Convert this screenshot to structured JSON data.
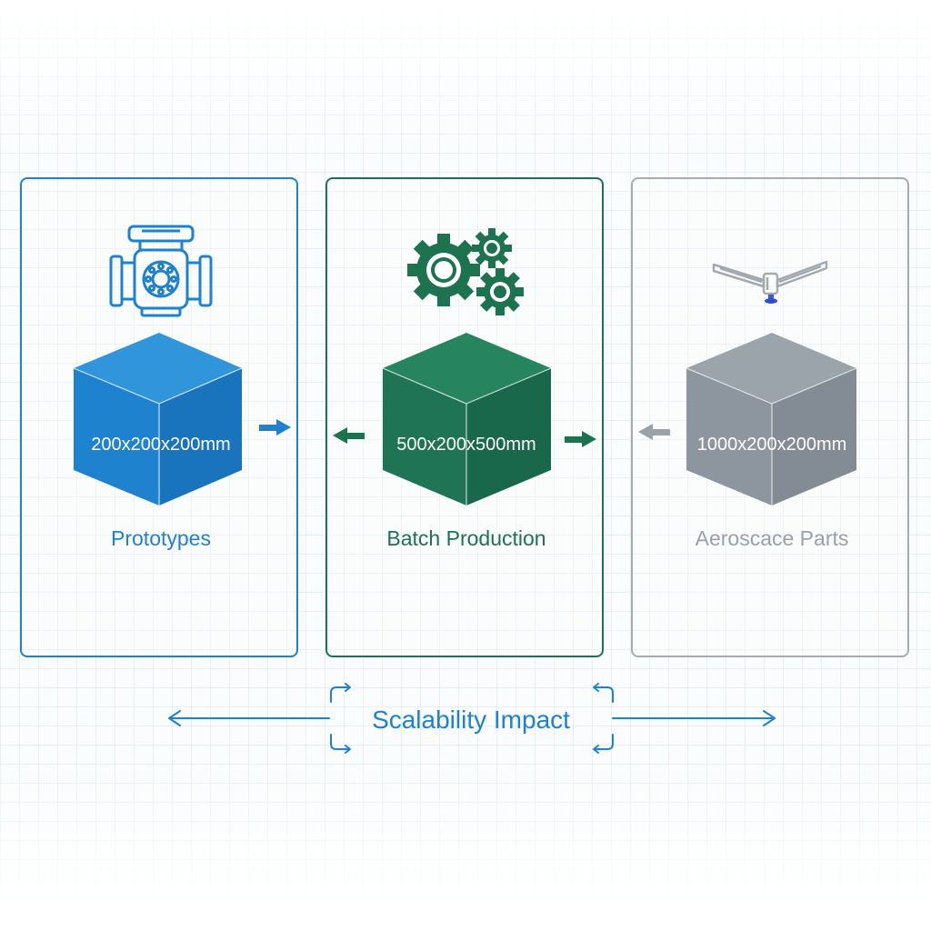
{
  "panels": [
    {
      "id": "prototypes",
      "dimensions": "200x200x200mm",
      "label": "Prototypes",
      "icon": "valve-icon",
      "color": "#1e82cf",
      "cube_colors": {
        "front": "#1e82cf",
        "side": "#1a74bd",
        "top": "#3195db"
      }
    },
    {
      "id": "batch-production",
      "dimensions": "500x200x500mm",
      "label": "Batch Production",
      "icon": "gears-icon",
      "color": "#1d7250",
      "cube_colors": {
        "front": "#1e7455",
        "side": "#19684c",
        "top": "#26845f"
      }
    },
    {
      "id": "aerospace-parts",
      "dimensions": "1000x200x200mm",
      "label": "Aeroscace Parts",
      "icon": "aircraft-wing-icon",
      "color": "#9aa1a8",
      "cube_colors": {
        "front": "#8d969e",
        "side": "#838c94",
        "top": "#9ba3ab"
      }
    }
  ],
  "footer": {
    "title": "Scalability Impact",
    "color": "#1e82cf"
  }
}
